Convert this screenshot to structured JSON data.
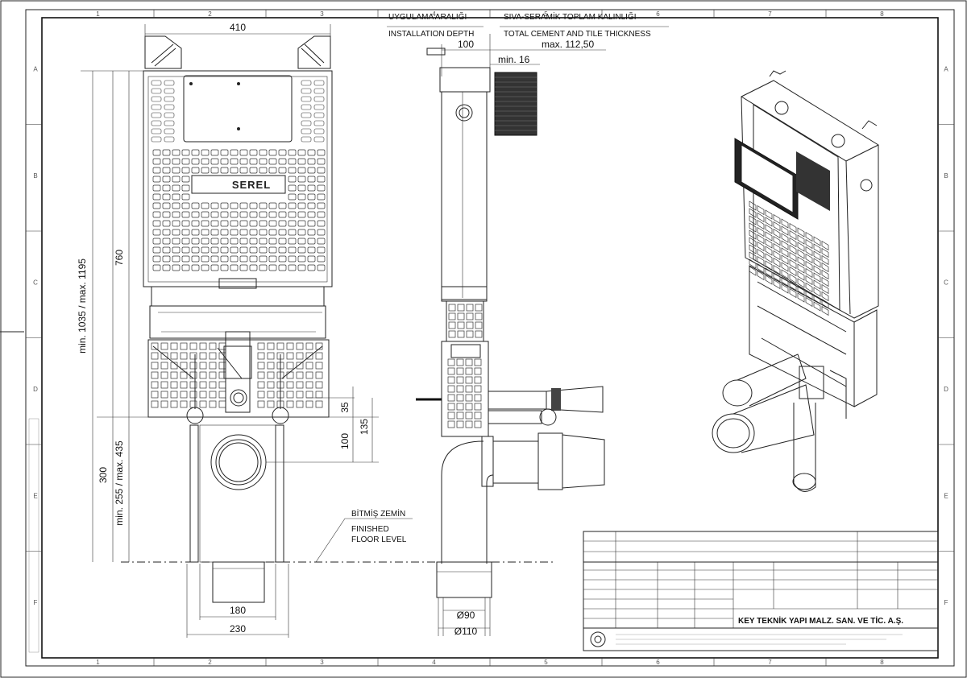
{
  "dimensions": {
    "width_410": "410",
    "height_760": "760",
    "height_range": "min. 1035 / max. 1195",
    "height_300": "300",
    "height_range_low": "min. 255 / max. 435",
    "dim_35": "35",
    "dim_100_front": "100",
    "dim_135": "135",
    "width_180": "180",
    "width_230": "230",
    "depth_100": "100",
    "min_16": "min. 16",
    "max_112": "max. 112,50",
    "dia_90": "Ø90",
    "dia_110": "Ø110"
  },
  "notes": {
    "install_depth_tr": "UYGULAMA ARALIĞI",
    "install_depth_en": "INSTALLATION DEPTH",
    "tile_thickness_tr": "SIVA-SERAMİK TOPLAM KALINLIĞI",
    "tile_thickness_en": "TOTAL CEMENT AND TILE THICKNESS",
    "floor_tr": "BİTMİŞ ZEMİN",
    "floor_en_1": "FINISHED",
    "floor_en_2": "FLOOR LEVEL"
  },
  "brand": "SEREL",
  "title_block": {
    "company": "KEY TEKNİK YAPI MALZ. SAN. VE TİC. A.Ş."
  },
  "border": {
    "columns": [
      "1",
      "2",
      "3",
      "4",
      "5",
      "6",
      "7",
      "8"
    ],
    "rows": [
      "A",
      "B",
      "C",
      "D",
      "E",
      "F"
    ]
  }
}
